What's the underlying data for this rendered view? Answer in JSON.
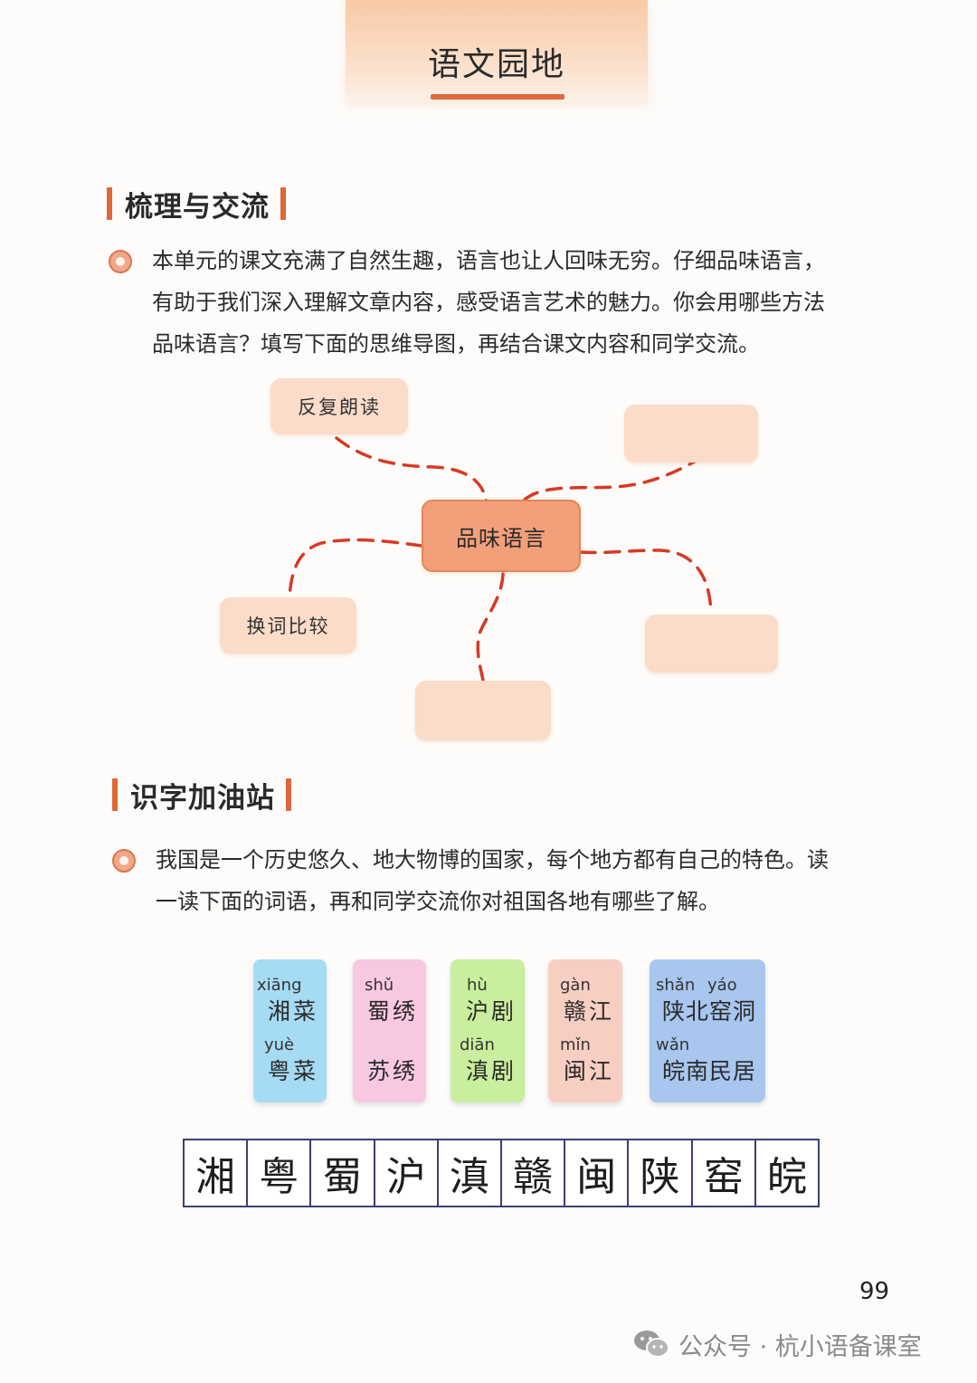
{
  "header": {
    "title": "语文园地"
  },
  "section1": {
    "heading": "梳理与交流",
    "lines": [
      "本单元的课文充满了自然生趣，语言也让人回味无穷。仔细品味语言，",
      "有助于我们深入理解文章内容，感受语言艺术的魅力。你会用哪些方法",
      "品味语言？填写下面的思维导图，再结合课文内容和同学交流。"
    ]
  },
  "mindmap": {
    "center": "品味语言",
    "nodes": [
      "反复朗读",
      "",
      "换词比较",
      "",
      ""
    ]
  },
  "section2": {
    "heading": "识字加油站",
    "lines": [
      "我国是一个历史悠久、地大物博的国家，每个地方都有自己的特色。读",
      "一读下面的词语，再和同学交流你对祖国各地有哪些了解。"
    ]
  },
  "cards": [
    {
      "color": "#a6dcf3",
      "top_pinyin": "xiāng",
      "top_word": "湘菜",
      "bottom_pinyin": "yuè",
      "bottom_word": "粤菜"
    },
    {
      "color": "#f8c8e2",
      "top_pinyin": "shǔ",
      "top_word": "蜀绣",
      "bottom_pinyin": "",
      "bottom_word": "苏绣"
    },
    {
      "color": "#c9ee9d",
      "top_pinyin": "hù",
      "top_word": "沪剧",
      "bottom_pinyin": "diān",
      "bottom_word": "滇剧"
    },
    {
      "color": "#f7cfc2",
      "top_pinyin": "gàn",
      "top_word": "赣江",
      "bottom_pinyin": "mǐn",
      "bottom_word": "闽江"
    },
    {
      "color": "#a8c6ee",
      "top_pinyin_a": "shǎn",
      "top_pinyin_b": "yáo",
      "top_word": "陕北窑洞",
      "bottom_pinyin": "wǎn",
      "bottom_word": "皖南民居"
    }
  ],
  "characters": [
    "湘",
    "粤",
    "蜀",
    "沪",
    "滇",
    "赣",
    "闽",
    "陕",
    "窑",
    "皖"
  ],
  "footer": {
    "page_number": "99",
    "watermark": "公众号 · 杭小语备课室"
  }
}
